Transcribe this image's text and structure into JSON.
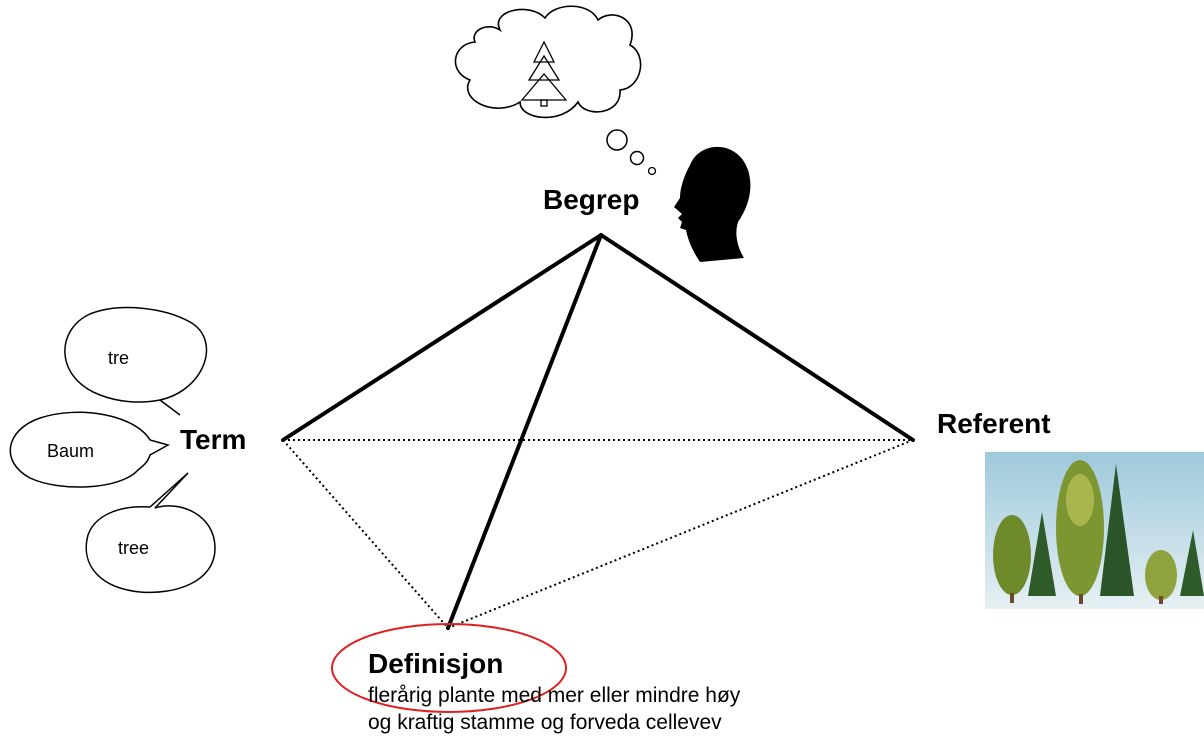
{
  "concept": {
    "label": "Begrep",
    "thought_icon": "tree-icon"
  },
  "term": {
    "label": "Term",
    "speech": [
      "tre",
      "Baum",
      "tree"
    ]
  },
  "referent": {
    "label": "Referent",
    "image": "trees-photo"
  },
  "definition": {
    "label": "Definisjon",
    "text_lines": [
      "flerårig plante med mer eller mindre høy",
      "og kraftig stamme og forveda cellevev"
    ],
    "highlight_color": "#e02020"
  },
  "person": {
    "icon": "head-silhouette-icon"
  },
  "colors": {
    "line": "#000000",
    "highlight": "#e02020",
    "sky": "#cfe4ee"
  }
}
